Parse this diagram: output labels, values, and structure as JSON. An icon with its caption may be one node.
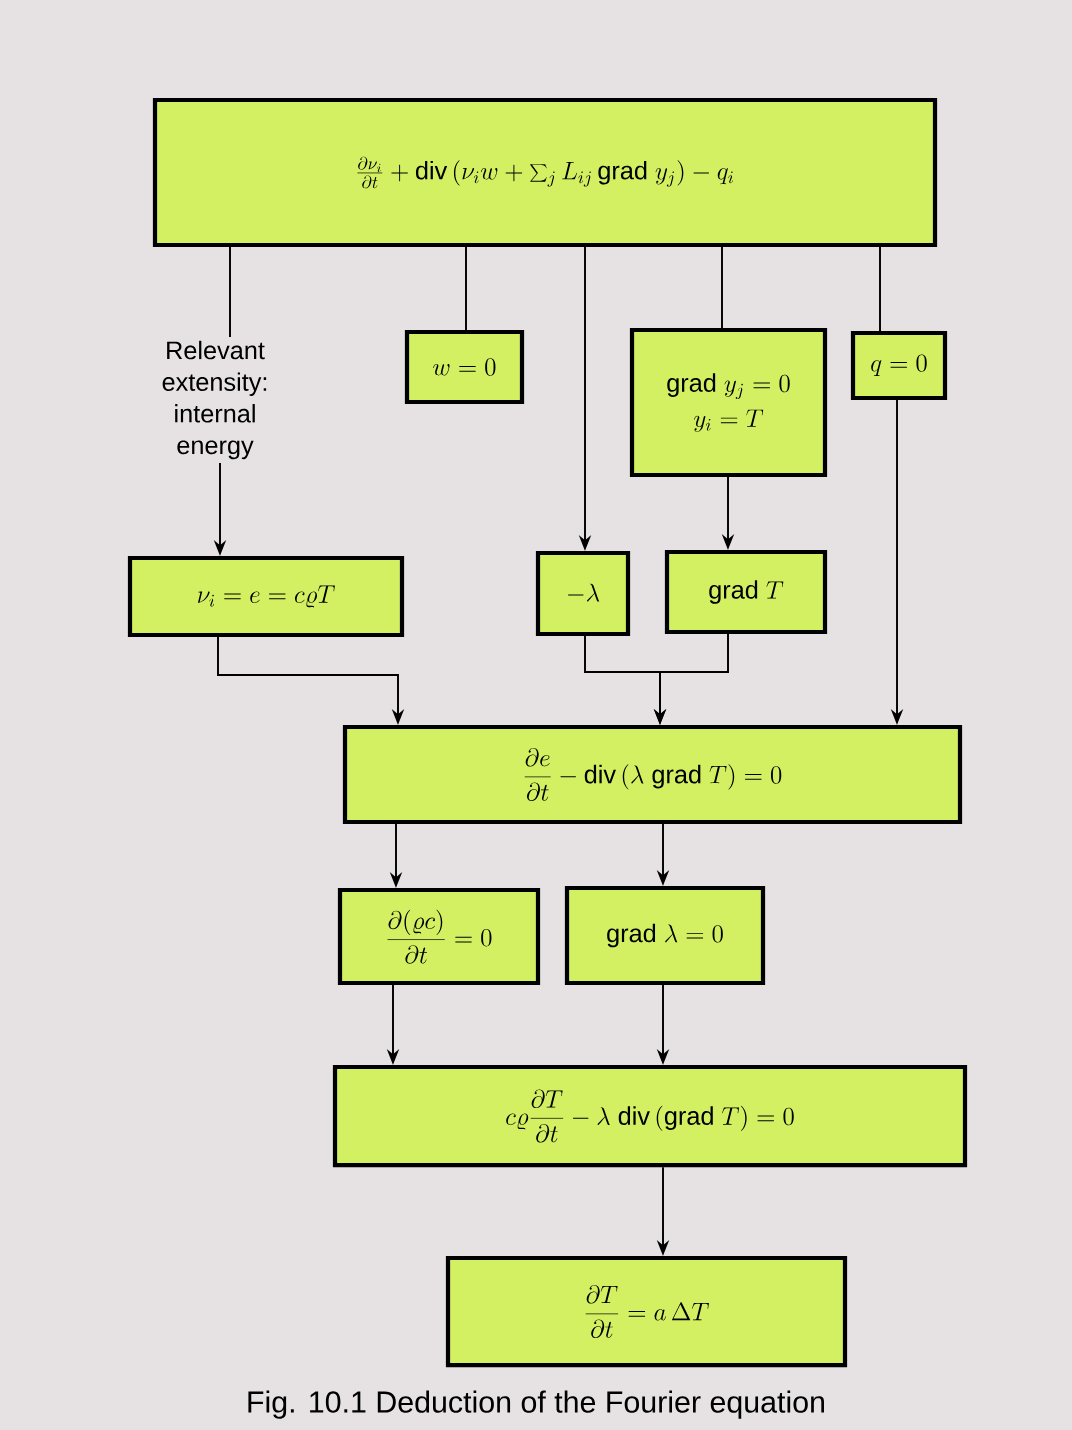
{
  "diagram": {
    "caption": "Fig. 10.1 Deduction of the Fourier equation",
    "nodes": [
      {
        "text": [
          "\\frac{\\partial \\nu_i}{\\partial t} + \\mathrm{div}\\left(\\nu_i w + \\sum_j L_{ij}\\,\\mathrm{grad}\\;y_j\\right) - q_i"
        ]
      },
      {
        "text": [
          "Relevant extensity: internal energy"
        ]
      },
      {
        "text": [
          "w = 0"
        ]
      },
      {
        "text": [
          "\\mathrm{grad}\\;y_j = 0",
          "y_i = T"
        ]
      },
      {
        "text": [
          "q = 0"
        ]
      },
      {
        "text": [
          "\\nu_i = e = c\\varrho T"
        ]
      },
      {
        "text": [
          "-\\lambda"
        ]
      },
      {
        "text": [
          "\\mathrm{grad}\\;T"
        ]
      },
      {
        "text": [
          "\\frac{\\partial e}{\\partial t} - \\mathrm{div}\\,(\\lambda\\;\\mathrm{grad}\\;T) = 0"
        ]
      },
      {
        "text": [
          "\\frac{\\partial(\\varrho c)}{\\partial t} = 0"
        ]
      },
      {
        "text": [
          "\\mathrm{grad}\\;\\lambda = 0"
        ]
      },
      {
        "text": [
          "c\\varrho\\frac{\\partial T}{\\partial t} - \\lambda\\;\\mathrm{div}\\,(\\mathrm{grad}\\;T) = 0"
        ]
      },
      {
        "text": [
          "\\frac{\\partial T}{\\partial t} = a\\,\\Delta T"
        ]
      }
    ],
    "edges": [
      {
        "from": 0,
        "to": 1,
        "arrow": "none"
      },
      {
        "from": 1,
        "to": 5,
        "arrow": "to"
      },
      {
        "from": 0,
        "to": 2,
        "arrow": "none"
      },
      {
        "from": 0,
        "to": 6,
        "arrow": "to"
      },
      {
        "from": 0,
        "to": 3,
        "arrow": "none"
      },
      {
        "from": 0,
        "to": 4,
        "arrow": "none"
      },
      {
        "from": 3,
        "to": 7,
        "arrow": "to"
      },
      {
        "from": 5,
        "to": 8,
        "arrow": "to"
      },
      {
        "from": 6,
        "to": 8,
        "arrow": "to"
      },
      {
        "from": 7,
        "to": 8,
        "arrow": "to"
      },
      {
        "from": 4,
        "to": 8,
        "arrow": "to"
      },
      {
        "from": 8,
        "to": 9,
        "arrow": "to"
      },
      {
        "from": 8,
        "to": 10,
        "arrow": "to"
      },
      {
        "from": 9,
        "to": 11,
        "arrow": "to"
      },
      {
        "from": 10,
        "to": 11,
        "arrow": "to"
      },
      {
        "from": 11,
        "to": 12,
        "arrow": "to"
      }
    ]
  }
}
